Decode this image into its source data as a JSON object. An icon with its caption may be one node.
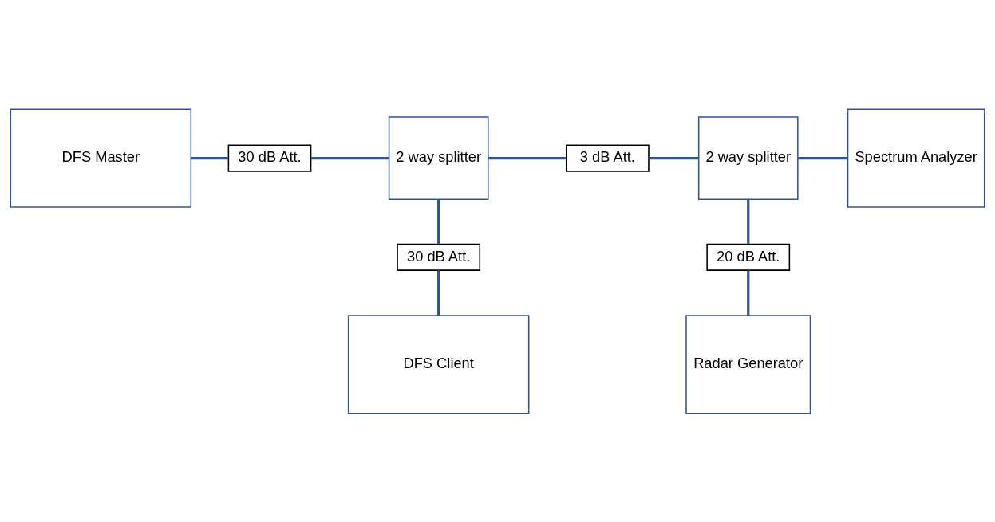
{
  "diagram": {
    "nodes": [
      {
        "text": [
          "DFS Master"
        ]
      },
      {
        "text": [
          "30 dB Att."
        ]
      },
      {
        "text": [
          "2 way splitter"
        ]
      },
      {
        "text": [
          "3 dB Att."
        ]
      },
      {
        "text": [
          "2 way splitter"
        ]
      },
      {
        "text": [
          "Spectrum Analyzer"
        ]
      },
      {
        "text": [
          "20 dB Att."
        ]
      },
      {
        "text": [
          "Radar Generator"
        ]
      },
      {
        "text": [
          "30 dB Att."
        ]
      },
      {
        "text": [
          "DFS Client"
        ]
      }
    ],
    "edges": [
      {
        "from": 0,
        "to": 1,
        "arrow": "none"
      },
      {
        "from": 1,
        "to": 2,
        "arrow": "none"
      },
      {
        "from": 2,
        "to": 3,
        "arrow": "none"
      },
      {
        "from": 3,
        "to": 4,
        "arrow": "none"
      },
      {
        "from": 4,
        "to": 5,
        "arrow": "none"
      },
      {
        "from": 4,
        "to": 6,
        "arrow": "none"
      },
      {
        "from": 6,
        "to": 7,
        "arrow": "none"
      },
      {
        "from": 2,
        "to": 8,
        "arrow": "none"
      },
      {
        "from": 8,
        "to": 9,
        "arrow": "none"
      }
    ]
  }
}
